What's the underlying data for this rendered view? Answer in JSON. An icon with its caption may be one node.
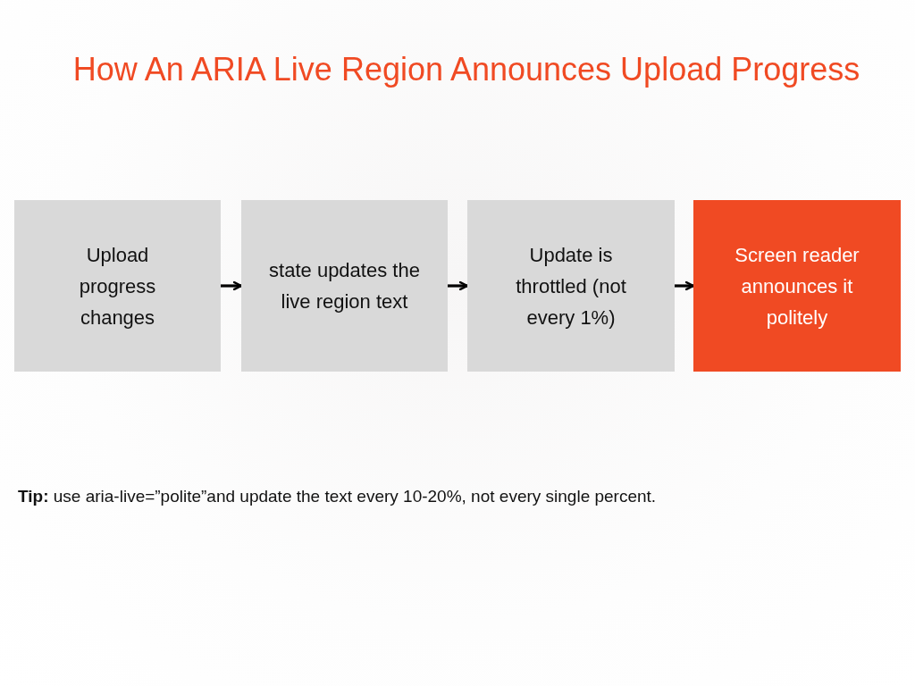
{
  "diagram": {
    "title": "How An ARIA Live Region Announces Upload Progress",
    "nodes": [
      {
        "text": [
          "Upload progress changes"
        ]
      },
      {
        "text": [
          "state updates the live region text"
        ]
      },
      {
        "text": [
          "Update is throttled (not every 1%)"
        ]
      },
      {
        "text": [
          "Screen reader announces it politely"
        ]
      }
    ],
    "edges": [
      {
        "from": 0,
        "to": 1,
        "arrow": "to"
      },
      {
        "from": 1,
        "to": 2,
        "arrow": "to"
      },
      {
        "from": 2,
        "to": 3,
        "arrow": "to"
      }
    ],
    "labels": [
      "**Tip:** use aria-live=”polite”and update the text every 10-20%, not every single percent."
    ]
  }
}
